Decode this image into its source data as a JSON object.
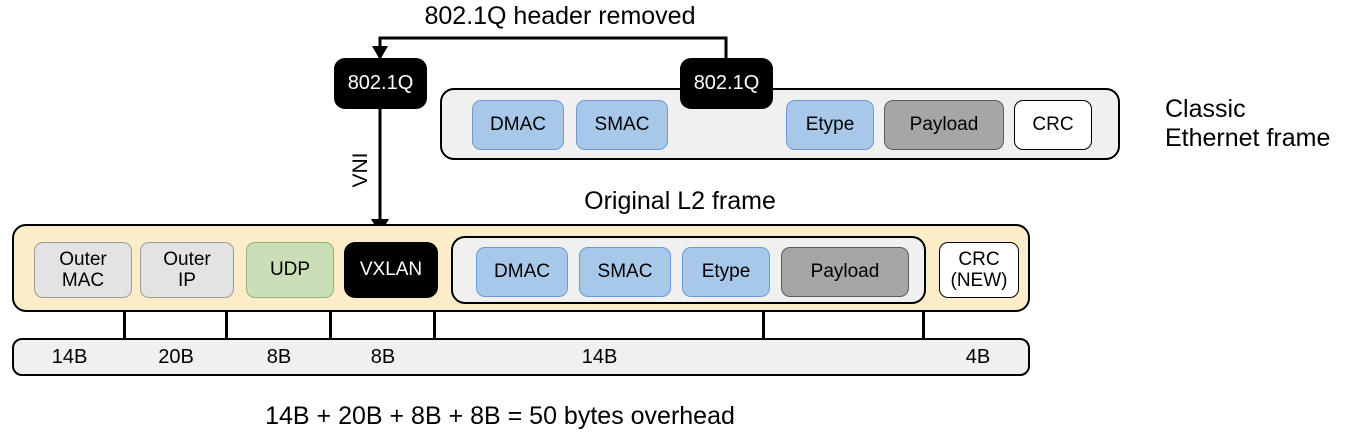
{
  "diagram": {
    "title_annotation": "802.1Q header removed",
    "vni_label": "VNI",
    "original_l2_label": "Original L2 frame",
    "classic_label_line1": "Classic",
    "classic_label_line2": "Ethernet frame",
    "overhead_summary": "14B + 20B + 8B + 8B = 50 bytes overhead"
  },
  "tags": {
    "dot1q_left": "802.1Q",
    "dot1q_right": "802.1Q"
  },
  "classic_frame": {
    "fields": [
      {
        "label": "DMAC",
        "style": "blue"
      },
      {
        "label": "SMAC",
        "style": "blue"
      },
      {
        "label": "Etype",
        "style": "blue"
      },
      {
        "label": "Payload",
        "style": "grey"
      },
      {
        "label": "CRC",
        "style": "white"
      }
    ]
  },
  "vxlan_frame": {
    "outer_fields": [
      {
        "line1": "Outer",
        "line2": "MAC",
        "style": "lgrey"
      },
      {
        "line1": "Outer",
        "line2": "IP",
        "style": "lgrey"
      },
      {
        "line1": "UDP",
        "line2": "",
        "style": "green"
      },
      {
        "line1": "VXLAN",
        "line2": "",
        "style": "black"
      }
    ],
    "inner_fields": [
      {
        "label": "DMAC",
        "style": "blue"
      },
      {
        "label": "SMAC",
        "style": "blue"
      },
      {
        "label": "Etype",
        "style": "blue"
      },
      {
        "label": "Payload",
        "style": "grey"
      }
    ],
    "crc": {
      "line1": "CRC",
      "line2": "(NEW)",
      "style": "white"
    }
  },
  "ruler": {
    "segments": [
      {
        "label": "14B"
      },
      {
        "label": "20B"
      },
      {
        "label": "8B"
      },
      {
        "label": "8B"
      },
      {
        "label": "14B"
      },
      {
        "label": "4B"
      }
    ]
  },
  "colors": {
    "blue": "#a8c8ea",
    "grey": "#a6a6a6",
    "light_grey": "#e3e3e3",
    "green": "#cadfb8",
    "black": "#000000",
    "yellow_band": "#fdecc8",
    "frame_bg": "#f0f0f0"
  }
}
